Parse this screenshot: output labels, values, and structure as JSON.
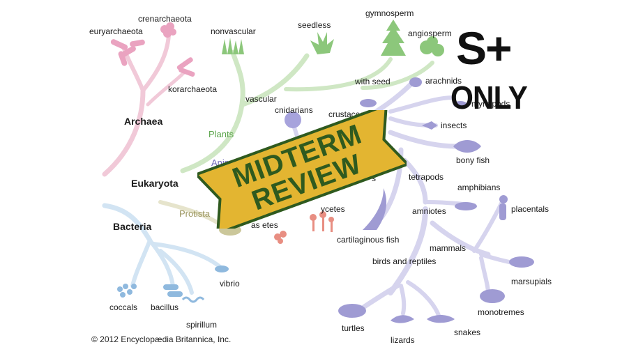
{
  "overlay": {
    "badge_top": "S+",
    "badge_bottom": "ONLY",
    "banner_line1": "MIDTERM",
    "banner_line2": "REVIEW"
  },
  "groups": {
    "archaea": "Archaea",
    "eukaryota": "Eukaryota",
    "bacteria": "Bacteria"
  },
  "kingdoms": {
    "plants": "Plants",
    "animals": "Animals",
    "protista": "Protista"
  },
  "labels": {
    "euryarchaeota": "euryarchaeota",
    "crenarchaeota": "crenarchaeota",
    "korarchaeota": "korarchaeota",
    "nonvascular": "nonvascular",
    "seedless": "seedless",
    "gymnosperm": "gymnosperm",
    "angiosperm": "angiosperm",
    "vascular": "vascular",
    "with_seed": "with seed",
    "cnidarians": "cnidarians",
    "crustaceans": "crustaceans",
    "arachnids": "arachnids",
    "myriapods": "myriapods",
    "insects": "insects",
    "bony_fish": "bony fish",
    "tetrapods": "tetrapods",
    "amphibians": "amphibians",
    "amniotes": "amniotes",
    "placentals": "placentals",
    "cartilaginous_fish": "cartilaginous fish",
    "mammals": "mammals",
    "birds_and_reptiles": "birds and reptiles",
    "marsupials": "marsupials",
    "monotremes": "monotremes",
    "turtles": "turtles",
    "lizards": "lizards",
    "snakes": "snakes",
    "vibrio": "vibrio",
    "coccals": "coccals",
    "bacillus": "bacillus",
    "spirillum": "spirillum",
    "mycetes": "ycetes",
    "ascomycetes": "as      etes",
    "s_partial": "s"
  },
  "copyright": "© 2012 Encyclopædia Britannica, Inc.",
  "colors": {
    "archaea": "#e7a7c2",
    "plants": "#9ccf8c",
    "animals": "#a9a6d8",
    "bacteria": "#a9cbe9",
    "protista": "#c9c79a",
    "fungi": "#e3857a",
    "banner_fill": "#e3b531",
    "banner_stroke": "#2f5a1f",
    "banner_text": "#2f5a1f"
  }
}
